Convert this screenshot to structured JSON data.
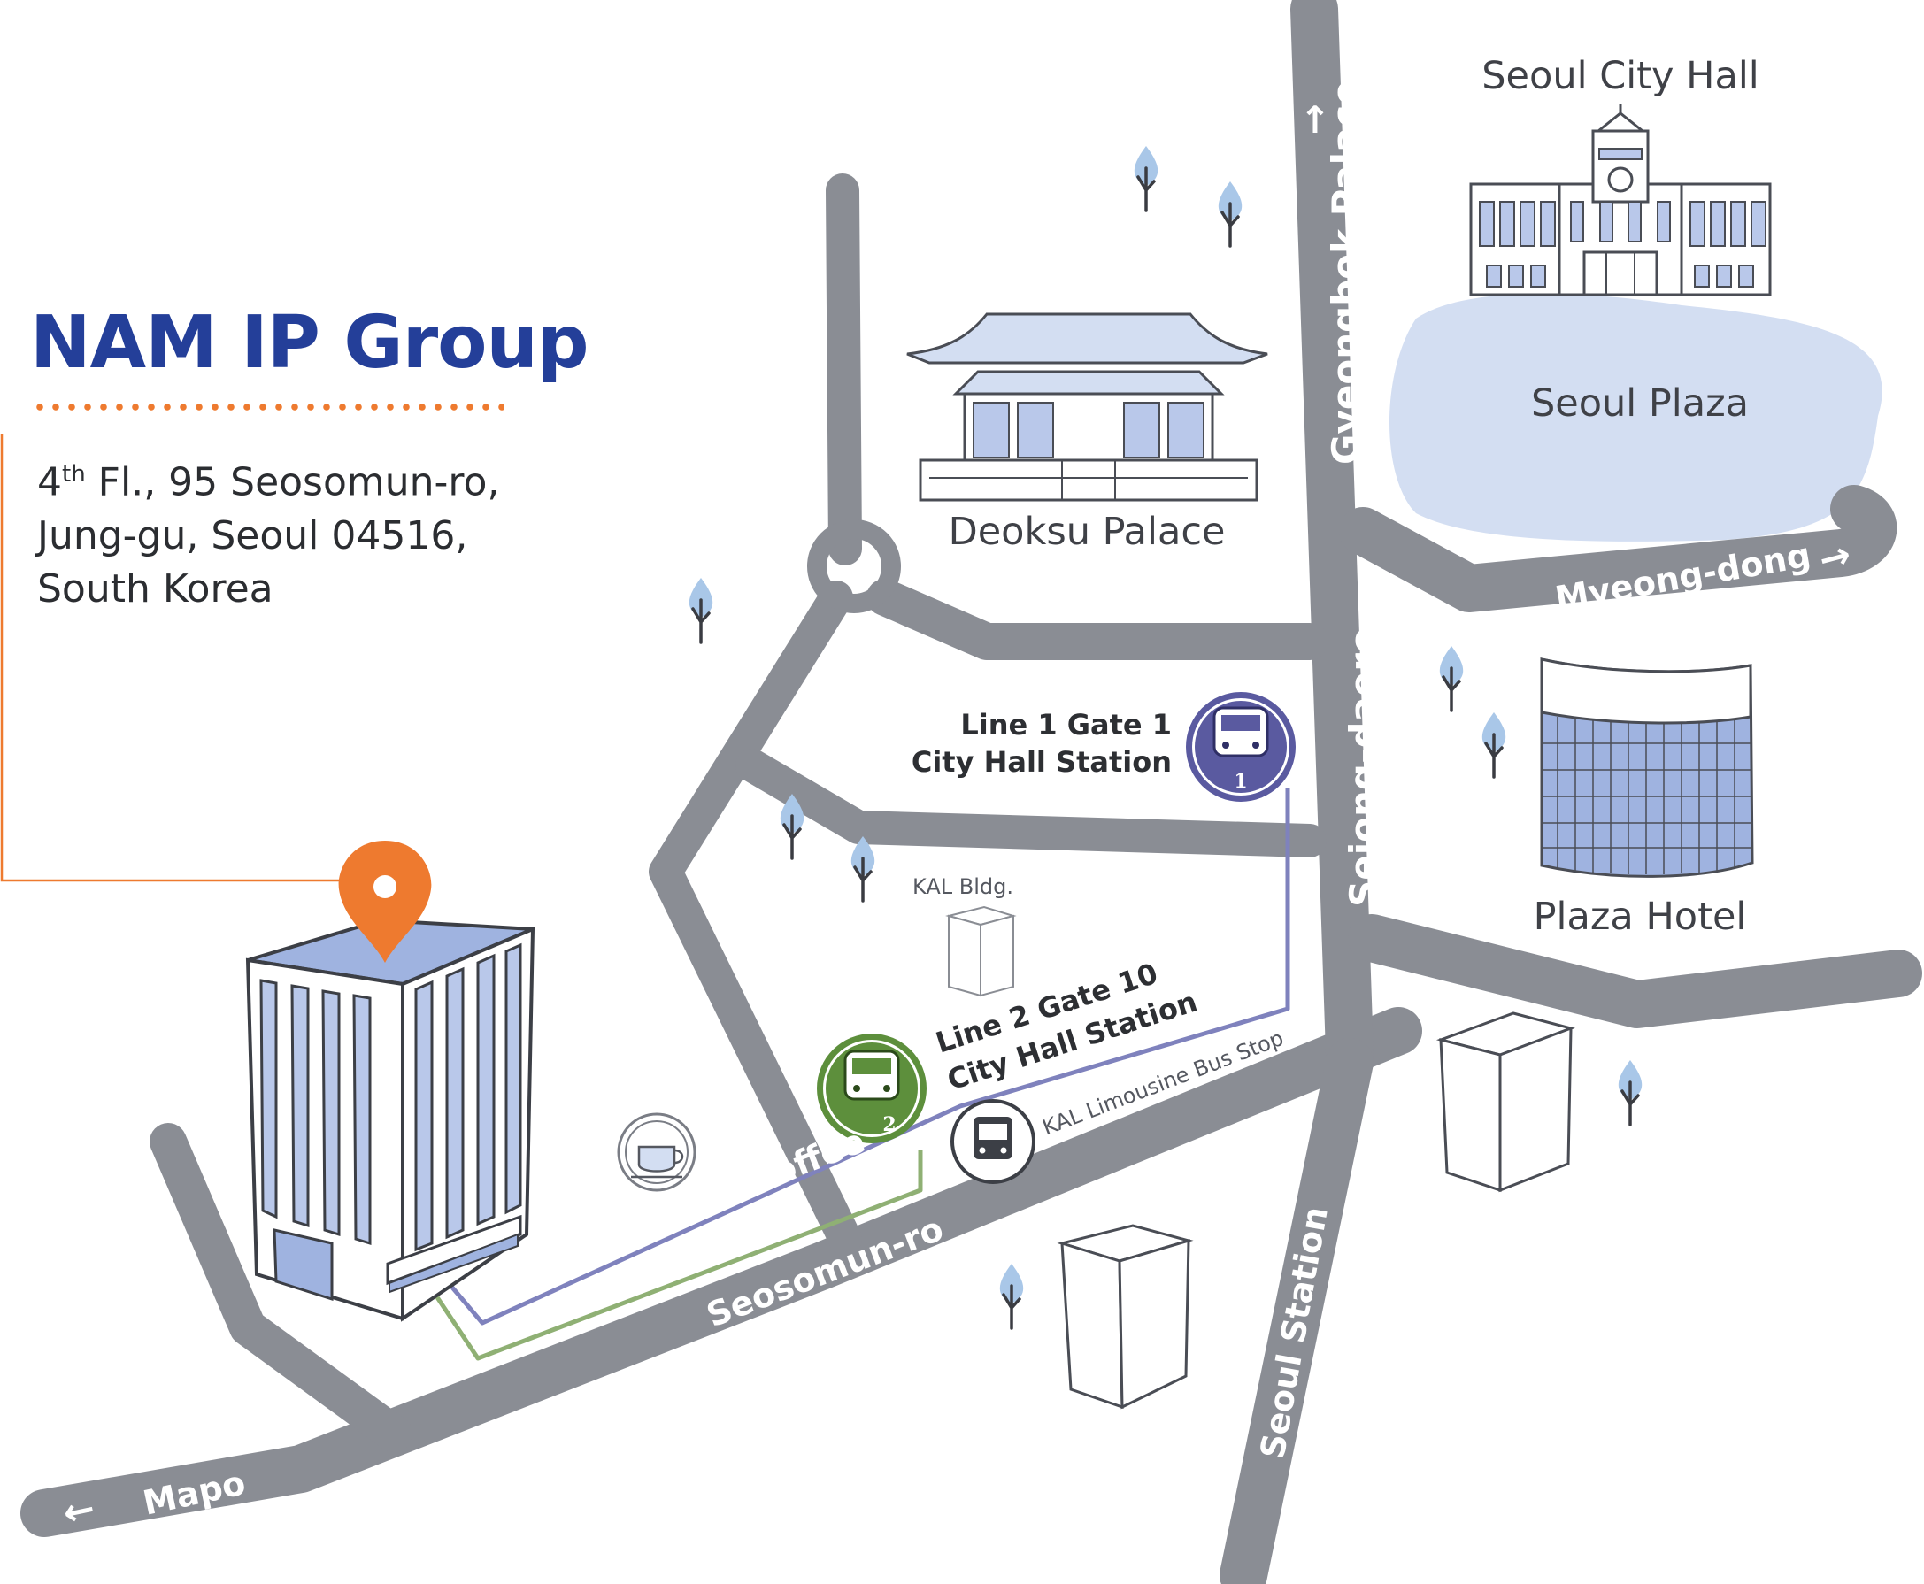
{
  "company": {
    "name": "NAM IP Group",
    "address_line1_prefix": "4",
    "address_line1_sup": "th",
    "address_line1_rest": " Fl., 95 Seosomun-ro,",
    "address_line2": "Jung-gu, Seoul 04516,",
    "address_line3": "South Korea",
    "brand_color": "#243f99",
    "accent_color": "#ee7a2f"
  },
  "roads": {
    "gyeongbok": "Gyeongbok Palace",
    "sejong": "Sejong-daero",
    "myeongdong": "Myeong-dong",
    "seosomun": "Seosomun-ro",
    "mapo": "Mapo",
    "seoul_station": "Seoul Station"
  },
  "places": {
    "city_hall": "Seoul City Hall",
    "seoul_plaza": "Seoul Plaza",
    "deoksu": "Deoksu Palace",
    "plaza_hotel": "Plaza Hotel",
    "kal_bldg": "KAL Bldg.",
    "starbucks": "Starbucks Coffee",
    "bus_stop": "KAL Limousine Bus Stop"
  },
  "stations": {
    "line1_line1": "Line 1 Gate 1",
    "line1_line2": "City Hall Station",
    "line1_number": "1",
    "line1_color": "#5a5aa0",
    "line2_line1": "Line 2  Gate 10",
    "line2_line2": "City Hall Station",
    "line2_number": "2",
    "line2_color": "#5d8f3c"
  },
  "icons": {
    "pin": "location-pin-icon",
    "train": "train-icon",
    "bus": "bus-icon",
    "coffee": "coffee-cup-icon",
    "tree": "tree-icon"
  }
}
